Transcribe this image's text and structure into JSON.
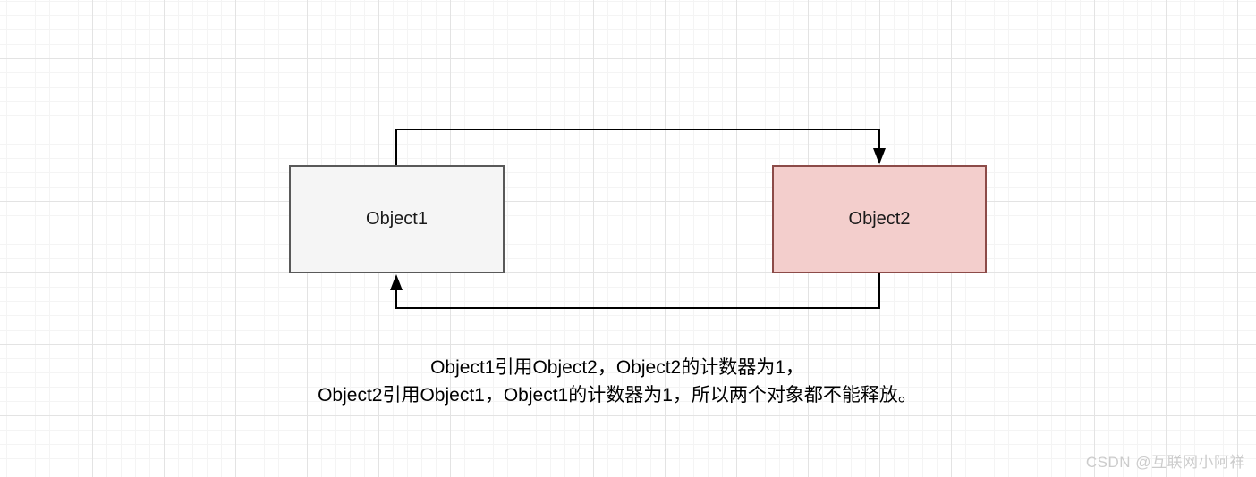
{
  "diagram": {
    "nodes": [
      {
        "label": "Object1",
        "fill": "#f5f5f5",
        "border": "#595959"
      },
      {
        "label": "Object2",
        "fill": "#f3cecc",
        "border": "#8c4b48"
      }
    ],
    "edges": [
      {
        "from": "Object1",
        "to": "Object2"
      },
      {
        "from": "Object2",
        "to": "Object1"
      }
    ],
    "arrow_color": "#000000"
  },
  "caption": {
    "line1": "Object1引用Object2，Object2的计数器为1，",
    "line2": "Object2引用Object1，Object1的计数器为1，所以两个对象都不能释放。"
  },
  "watermark": {
    "text": "CSDN @互联网小阿祥",
    "color": "#cccccc"
  }
}
